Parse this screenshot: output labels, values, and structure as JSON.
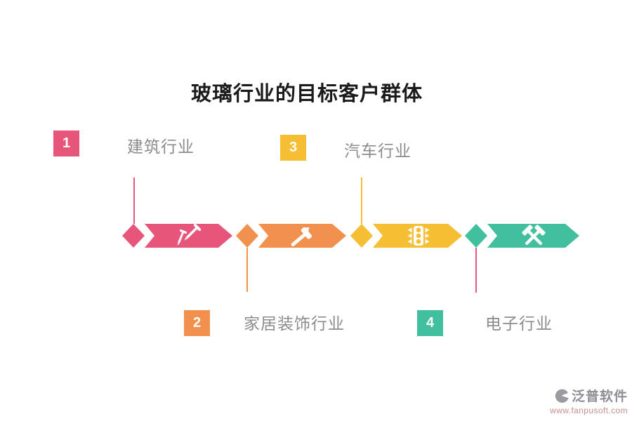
{
  "title": "玻璃行业的目标客户群体",
  "palette": {
    "pink": "#E8557A",
    "orange": "#F2914E",
    "yellow": "#F6BF33",
    "teal": "#41BF9E",
    "label_gray": "#8C8C8C",
    "title_color": "#1A1A1A",
    "icon_white": "#FDFDFD"
  },
  "items": [
    {
      "number": "1",
      "label": "建筑行业",
      "color": "#E8557A",
      "line_color": "#E8557A"
    },
    {
      "number": "2",
      "label": "家居装饰行业",
      "color": "#F2914E",
      "line_color": "#F2914E"
    },
    {
      "number": "3",
      "label": "汽车行业",
      "color": "#F6BF33",
      "line_color": "#F6BF33"
    },
    {
      "number": "4",
      "label": "电子行业",
      "color": "#41BF9E",
      "line_color": "#E8557A"
    }
  ],
  "icons": [
    {
      "name": "nails-icon"
    },
    {
      "name": "hammer-icon"
    },
    {
      "name": "traffic-light-icon"
    },
    {
      "name": "crossed-hammers-icon"
    }
  ],
  "watermark": {
    "brand": "泛普软件",
    "url": "www.fanpusoft.com"
  }
}
